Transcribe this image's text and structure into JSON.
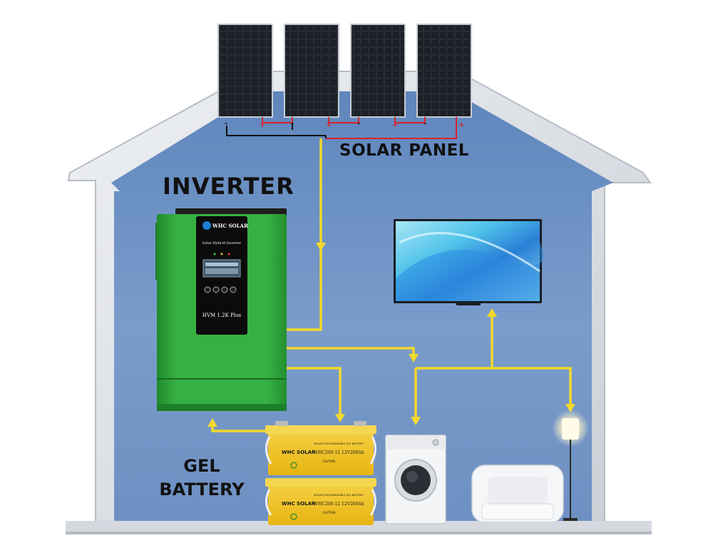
{
  "labels": {
    "inverter": "INVERTER",
    "solar_panel": "SOLAR PANEL",
    "gel_battery_line1": "GEL",
    "gel_battery_line2": "BATTERY"
  },
  "inverter": {
    "brand": "WHC SOLAR",
    "subtitle": "Solar Hybrid Inverter",
    "model": "HVM 1.2K Plus"
  },
  "battery": {
    "brand": "WHC SOLAR",
    "header": "SEALED RECHARGEABLE GEL BATTERY",
    "model": "WHC200-12 12V200Ah",
    "caution": "CAUTION"
  },
  "panel_terminals": {
    "negative": "-",
    "positive": "+"
  },
  "colors": {
    "wall": "#dfe3e8",
    "interior": "#6f93c6",
    "flow": "#f2d92a",
    "inverter_green": "#2fa83c",
    "battery_yellow": "#f1c21b"
  }
}
